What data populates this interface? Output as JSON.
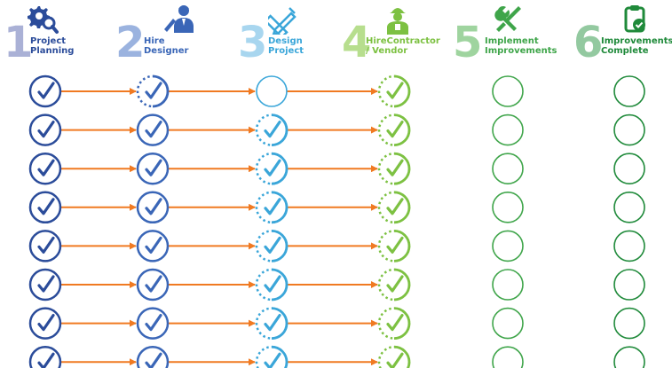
{
  "steps": [
    {
      "number": "1",
      "label_line1": "Project",
      "label_line2": "Planning",
      "icon": "gear-magnifier-icon",
      "color": "#2b4c9a",
      "num_color": "#aab1d6",
      "label_color": "#2b4c9a"
    },
    {
      "number": "2",
      "label_line1": "Hire",
      "label_line2": "Designer",
      "icon": "designer-icon",
      "color": "#3a66b7",
      "num_color": "#9bb3df",
      "label_color": "#3a66b7"
    },
    {
      "number": "3",
      "label_line1": "Design",
      "label_line2": "Project",
      "icon": "pencil-ruler-icon",
      "color": "#3aa6d9",
      "num_color": "#a8d6ef",
      "label_color": "#3aa6d9"
    },
    {
      "number": "4",
      "label_line1": "HireContractor",
      "label_line2": "/ Vendor",
      "icon": "contractor-icon",
      "color": "#7dc142",
      "num_color": "#b7de8e",
      "label_color": "#7dc142"
    },
    {
      "number": "5",
      "label_line1": "Implement",
      "label_line2": "Improvements",
      "icon": "tools-icon",
      "color": "#3fa54a",
      "num_color": "#9fd49f",
      "label_color": "#3fa54a"
    },
    {
      "number": "6",
      "label_line1": "Improvements",
      "label_line2": "Complete",
      "icon": "clipboard-check-icon",
      "color": "#1f8a3a",
      "num_color": "#93c9a0",
      "label_color": "#1f8a3a"
    }
  ],
  "rows": [
    [
      "done",
      "progress",
      "empty",
      "progress",
      "empty",
      "empty"
    ],
    [
      "done",
      "done",
      "progress",
      "progress",
      "empty",
      "empty"
    ],
    [
      "done",
      "done",
      "progress",
      "progress",
      "empty",
      "empty"
    ],
    [
      "done",
      "done",
      "progress",
      "progress",
      "empty",
      "empty"
    ],
    [
      "done",
      "done",
      "progress",
      "progress",
      "empty",
      "empty"
    ],
    [
      "done",
      "done",
      "progress",
      "progress",
      "empty",
      "empty"
    ],
    [
      "done",
      "done",
      "progress",
      "progress",
      "empty",
      "empty"
    ],
    [
      "done",
      "done",
      "progress",
      "progress",
      "empty",
      "empty"
    ]
  ],
  "connector_color": "#f07a22"
}
